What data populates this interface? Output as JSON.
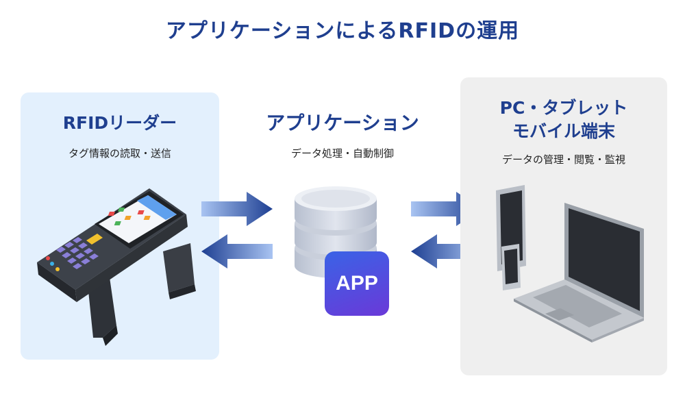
{
  "title": "アプリケーションによるRFIDの運用",
  "left": {
    "heading": "RFIDリーダー",
    "sub": "タグ情報の読取・送信"
  },
  "center": {
    "heading": "アプリケーション",
    "sub": "データ処理・自動制御",
    "badge": "APP"
  },
  "right": {
    "heading_line1": "PC・タブレット",
    "heading_line2": "モバイル端末",
    "sub": "データの管理・閲覧・監視"
  },
  "colors": {
    "title": "#1f3f8f",
    "left_panel": "#e3f0fd",
    "right_panel": "#efefef",
    "arrow_dark": "#1e3f92",
    "arrow_light": "#a9c4f2",
    "badge_start": "#3a63e6",
    "badge_end": "#6a39d8"
  },
  "icons": {
    "reader": "rfid-handheld-reader-icon",
    "database": "database-icon",
    "devices": "tablet-phone-laptop-icon"
  }
}
